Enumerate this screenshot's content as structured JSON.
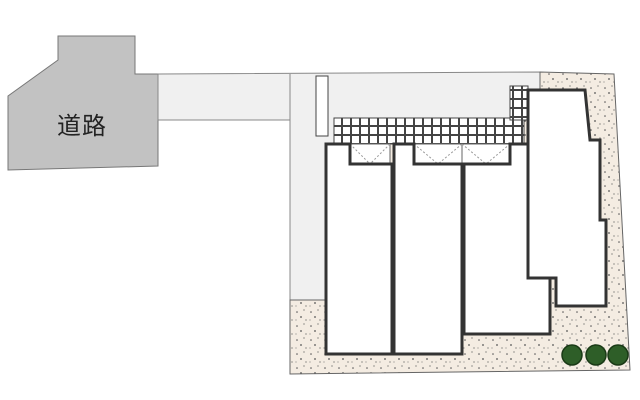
{
  "road": {
    "label": "道路"
  },
  "colors": {
    "road_fill": "#c2c2c2",
    "approach_fill": "#f0f0f0",
    "yard_fill": "#f4ece2",
    "building_outline": "#333333",
    "tree_fill": "#2e5e28"
  },
  "elements": {
    "houses": [
      "house-1",
      "house-2",
      "house-3",
      "house-4"
    ],
    "trees": [
      "tree-1",
      "tree-2",
      "tree-3"
    ]
  }
}
